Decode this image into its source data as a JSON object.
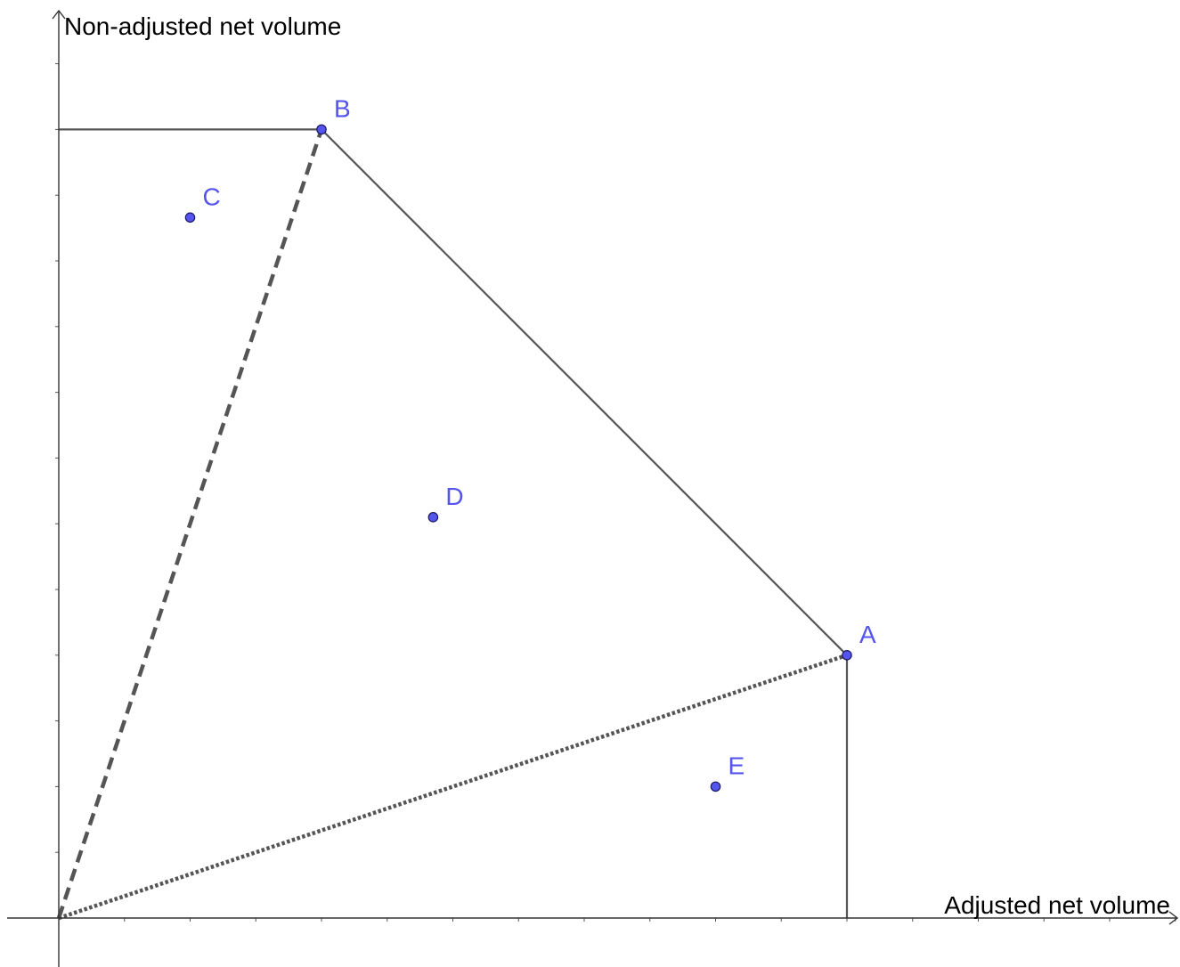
{
  "axes": {
    "x_label": "Adjusted net volume",
    "y_label": "Non-adjusted net volume"
  },
  "colors": {
    "point": "#5555ee",
    "label": "#5555ee",
    "line": "#555555",
    "axis": "#333333"
  },
  "points": [
    {
      "id": "A",
      "label": "A",
      "x": 12,
      "y": 4
    },
    {
      "id": "B",
      "label": "B",
      "x": 4,
      "y": 12
    },
    {
      "id": "C",
      "label": "C",
      "x": 2,
      "y": 10.66
    },
    {
      "id": "D",
      "label": "D",
      "x": 5.7,
      "y": 6.1
    },
    {
      "id": "E",
      "label": "E",
      "x": 10,
      "y": 2
    }
  ],
  "segments": [
    {
      "id": "b-left",
      "from": [
        0,
        12
      ],
      "to": [
        4,
        12
      ],
      "style": "solid"
    },
    {
      "id": "b-to-a",
      "from": [
        4,
        12
      ],
      "to": [
        12,
        4
      ],
      "style": "solid"
    },
    {
      "id": "a-down",
      "from": [
        12,
        4
      ],
      "to": [
        12,
        0
      ],
      "style": "solid"
    },
    {
      "id": "origin-to-b",
      "from": [
        0,
        0
      ],
      "to": [
        4,
        12
      ],
      "style": "dashed"
    },
    {
      "id": "origin-to-a",
      "from": [
        0,
        0
      ],
      "to": [
        12,
        4
      ],
      "style": "dotted"
    }
  ]
}
